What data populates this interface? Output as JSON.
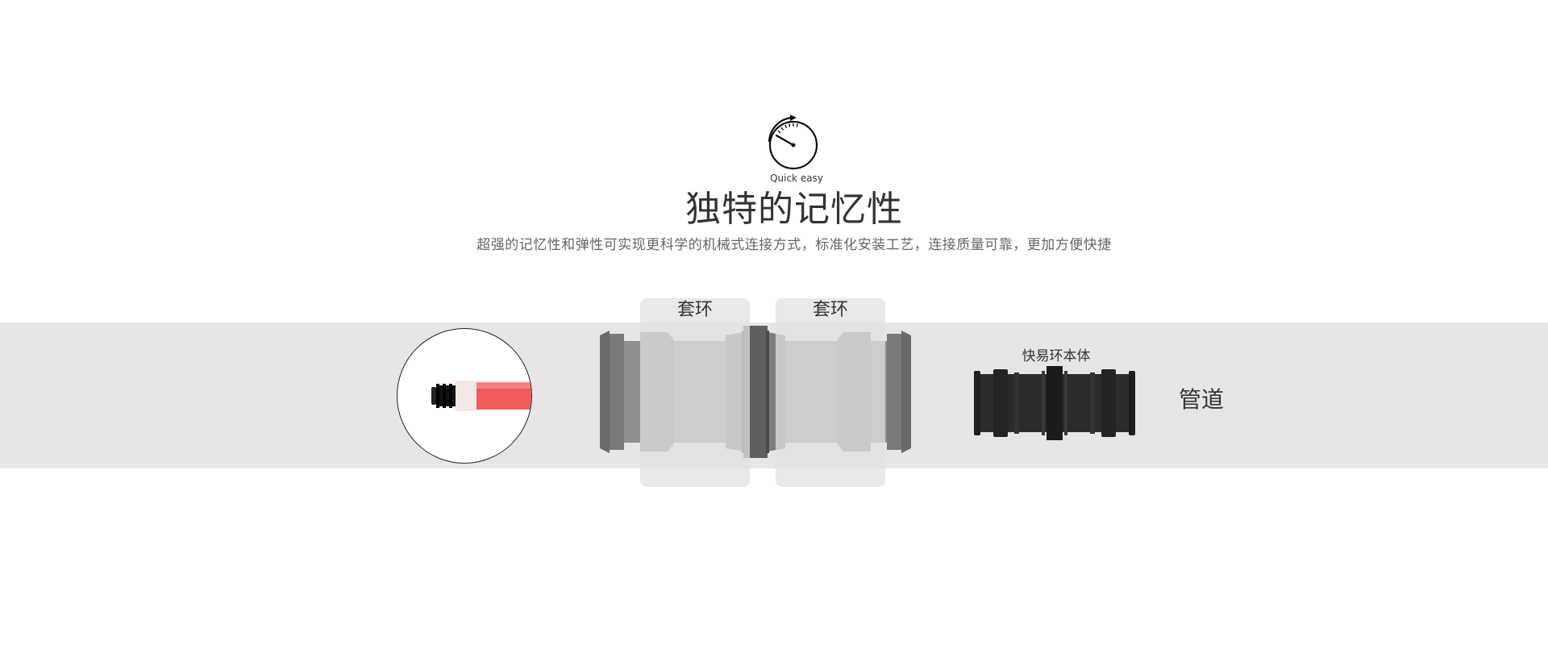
{
  "header": {
    "icon": "gauge-icon",
    "caption": "Quick easy",
    "title": "独特的记忆性",
    "description": "超强的记忆性和弹性可实现更科学的机械式连接方式，标准化安装工艺，连接质量可靠，更加方便快捷"
  },
  "diagram": {
    "sleeve_left_label": "套环",
    "sleeve_right_label": "套环",
    "body_label": "快易环本体",
    "pipe_label": "管道"
  },
  "colors": {
    "band": "#e6e6e6",
    "text_dark": "#333333",
    "text_muted": "#666666",
    "pipe_red": "#f15b5b"
  }
}
